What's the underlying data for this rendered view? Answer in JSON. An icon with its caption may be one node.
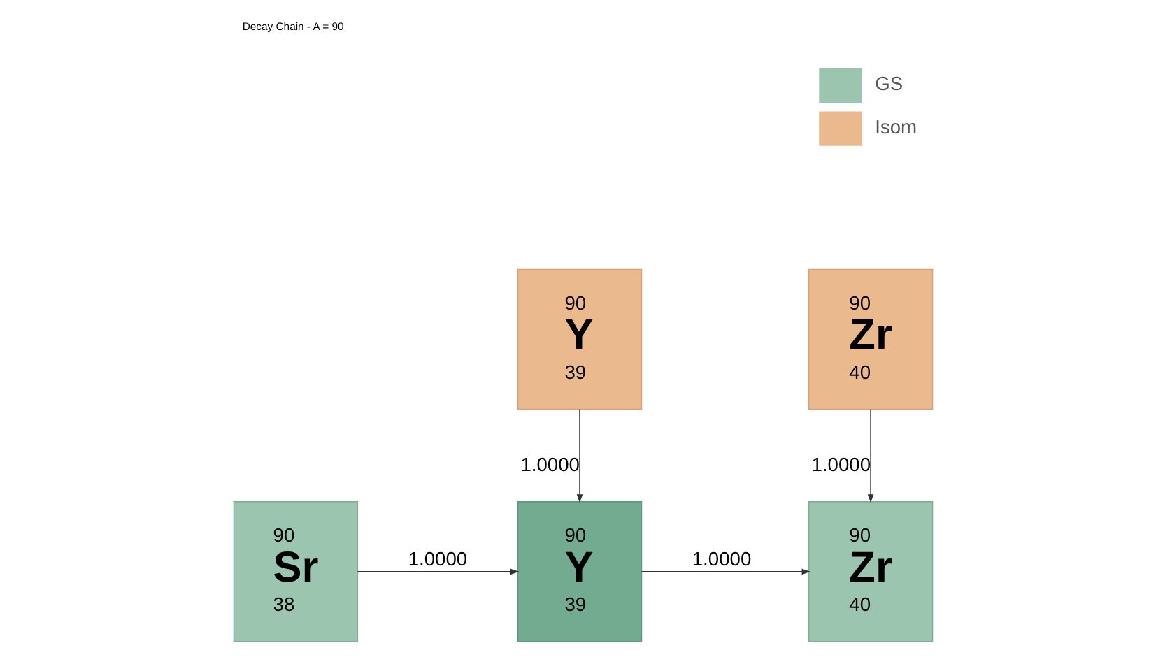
{
  "diagram": {
    "title": "Decay Chain - A = 90",
    "nodes": [
      {
        "text": [
          "90",
          "Sr",
          "38"
        ]
      },
      {
        "text": [
          "90",
          "Y",
          "39"
        ]
      },
      {
        "text": [
          "90",
          "Y",
          "39"
        ]
      },
      {
        "text": [
          "90",
          "Zr",
          "40"
        ]
      },
      {
        "text": [
          "90",
          "Zr",
          "40"
        ]
      }
    ],
    "edges": [
      {
        "from": 0,
        "to": 2,
        "arrow": "to",
        "label": "1.0000"
      },
      {
        "from": 1,
        "to": 2,
        "arrow": "to",
        "label": "1.0000"
      },
      {
        "from": 2,
        "to": 4,
        "arrow": "to",
        "label": "1.0000"
      },
      {
        "from": 3,
        "to": 4,
        "arrow": "to",
        "label": "1.0000"
      }
    ],
    "legend": [
      {
        "text": "GS",
        "color": "#9cc5b0"
      },
      {
        "text": "Isom",
        "color": "#ebb98e"
      }
    ]
  }
}
